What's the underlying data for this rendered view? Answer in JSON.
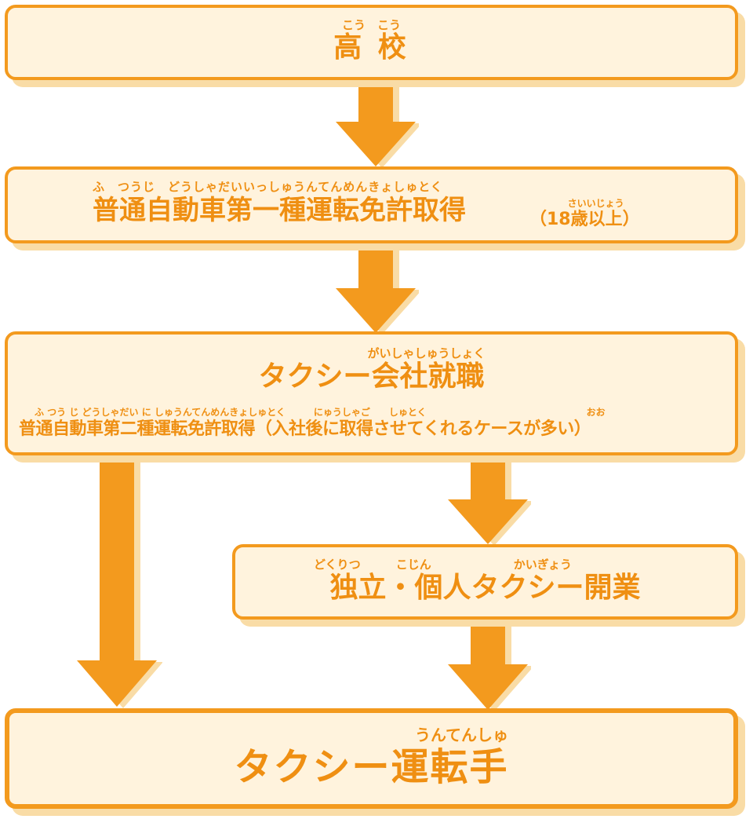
{
  "steps": {
    "high_school": {
      "ruby": "こう　こう",
      "title": "高 校"
    },
    "license1": {
      "ruby": "ふ　つうじ　どうしゃだいいっしゅうんてんめんきょしゅとく",
      "title": "普通自動車第一種運転免許取得",
      "note_ruby": "さいいじょう",
      "note": "（18歳以上）"
    },
    "taxi_company": {
      "ruby": "がいしゃしゅうしょく",
      "title": "タクシー会社就職",
      "sub_ruby": "ふ つう じ どうしゃだい に しゅうんてんめんきょしゅとく　　　にゅうしゃご　　しゅとく　　　　　　　　　　　　　　　　　おお",
      "sub": "普通自動車第二種運転免許取得（入社後に取得させてくれるケースが多い）"
    },
    "independent": {
      "ruby": "どくりつ　　　こじん　　　　　　　かいぎょう",
      "title": "独立・個人タクシー開業"
    },
    "taxi_driver": {
      "ruby": "うんてんしゅ",
      "title": "タクシー運転手"
    }
  },
  "colors": {
    "accent": "#f39a1e",
    "box_fill": "#fff3dd",
    "shadow": "#f9dca6",
    "text": "#ef8f12"
  }
}
